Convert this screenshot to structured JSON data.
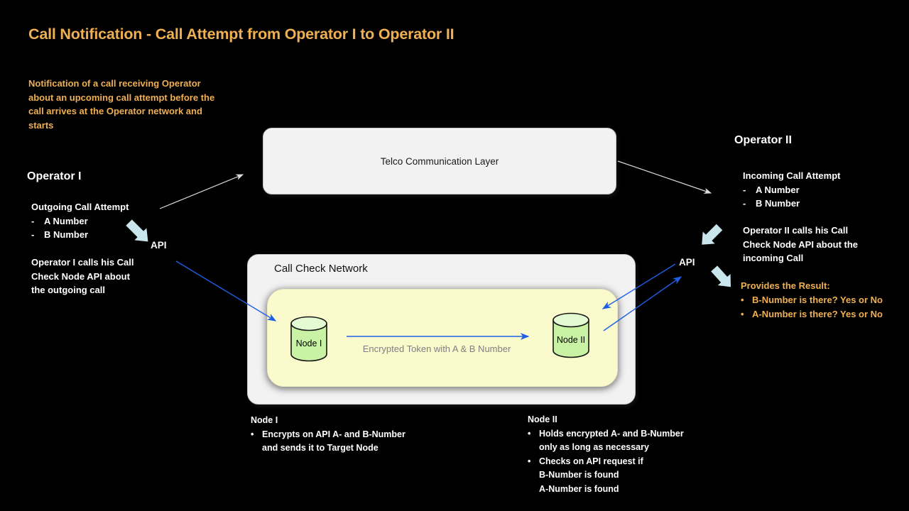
{
  "title": "Call Notification - Call Attempt from Operator I to Operator II",
  "intro": "Notification of a call receiving Operator\nabout an upcoming call attempt before the\ncall arrives at the Operator network and\nstarts",
  "markers": {
    "dash": "-",
    "bullet": "•"
  },
  "operator1": {
    "heading": "Operator I",
    "list_title": "Outgoing Call Attempt",
    "items": [
      "A Number",
      "B Number"
    ],
    "api_label": "API",
    "description": "Operator I calls his Call\nCheck Node API about\nthe outgoing call"
  },
  "operator2": {
    "heading": "Operator II",
    "list_title": "Incoming Call Attempt",
    "items": [
      "A Number",
      "B Number"
    ],
    "api_label": "API",
    "description": "Operator II calls his Call\nCheck Node API about the\nincoming Call",
    "result_title": "Provides the Result:",
    "result_items": [
      "B-Number is there? Yes or No",
      "A-Number is there? Yes or No"
    ]
  },
  "telco": {
    "label": "Telco Communication Layer"
  },
  "network": {
    "title": "Call Check Network",
    "node1_label": "Node I",
    "node2_label": "Node II",
    "token_label": "Encrypted Token with A & B Number"
  },
  "notes_node1": {
    "title": "Node I",
    "bullets": [
      "Encrypts on API A- and B-Number\nand sends it to Target Node"
    ]
  },
  "notes_node2": {
    "title": "Node II",
    "bullets": [
      "Holds encrypted A- and B-Number\nonly as long as necessary",
      "Checks on API request if\nB-Number is found\nA-Number is found"
    ]
  },
  "colors": {
    "accent_gold": "#F0B052",
    "arrow_blue": "#1E5FE6",
    "arrow_cyan": "#C8E6EC",
    "arrow_white": "#DCDCDC",
    "box_gray": "#F2F2F2",
    "box_yellow": "#FBFACD",
    "cylinder_green": "#C9F2A4",
    "cylinder_green_light": "#E3FAD2",
    "token_text_gray": "#7F7F7F"
  }
}
